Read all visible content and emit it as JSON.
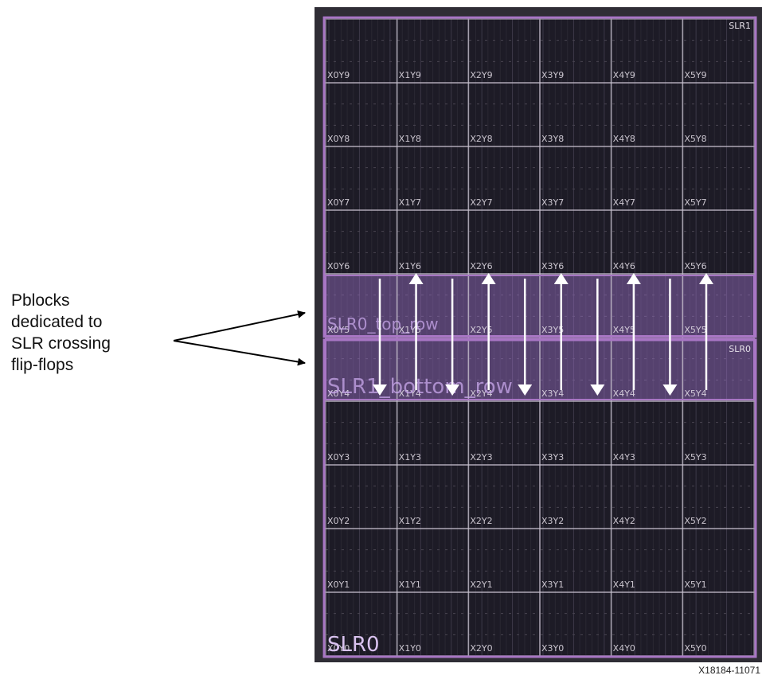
{
  "annotation": {
    "lines": [
      "Pblocks",
      "dedicated to",
      "SLR crossing",
      "flip-flops"
    ]
  },
  "figure_id": "X18184-11071",
  "device": {
    "columns": 6,
    "rows": 10,
    "slr_labels": {
      "top_corner": "SLR1",
      "bottom_corner": "SLR0",
      "bottom_large": "SLR0"
    },
    "pblocks": [
      {
        "name": "SLR1_bottom_row",
        "row": 5
      },
      {
        "name": "SLR0_top_row",
        "row": 4
      }
    ],
    "regions": [
      [
        "X0Y9",
        "X1Y9",
        "X2Y9",
        "X3Y9",
        "X4Y9",
        "X5Y9"
      ],
      [
        "X0Y8",
        "X1Y8",
        "X2Y8",
        "X3Y8",
        "X4Y8",
        "X5Y8"
      ],
      [
        "X0Y7",
        "X1Y7",
        "X2Y7",
        "X3Y7",
        "X4Y7",
        "X5Y7"
      ],
      [
        "X0Y6",
        "X1Y6",
        "X2Y6",
        "X3Y6",
        "X4Y6",
        "X5Y6"
      ],
      [
        "X0Y5",
        "X1Y5",
        "X2Y5",
        "X3Y5",
        "X4Y5",
        "X5Y5"
      ],
      [
        "X0Y4",
        "X1Y4",
        "X2Y4",
        "X3Y4",
        "X4Y4",
        "X5Y4"
      ],
      [
        "X0Y3",
        "X1Y3",
        "X2Y3",
        "X3Y3",
        "X4Y3",
        "X5Y3"
      ],
      [
        "X0Y2",
        "X1Y2",
        "X2Y2",
        "X3Y2",
        "X4Y2",
        "X5Y2"
      ],
      [
        "X0Y1",
        "X1Y1",
        "X2Y1",
        "X3Y1",
        "X4Y1",
        "X5Y1"
      ],
      [
        "X0Y0",
        "X1Y0",
        "X2Y0",
        "X3Y0",
        "X4Y0",
        "X5Y0"
      ]
    ],
    "crossing_arrows": [
      "down",
      "up",
      "down",
      "up",
      "down",
      "up",
      "down",
      "up",
      "down",
      "up"
    ],
    "colors": {
      "background": "#1d1b26",
      "grid": "#c9c3cf",
      "slr_border": "#a876c4",
      "pblock_fill": "#9b72c8",
      "label": "#e6e1ea",
      "arrow": "#ffffff"
    }
  }
}
